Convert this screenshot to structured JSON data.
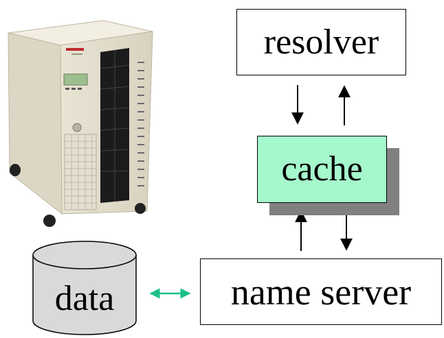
{
  "diagram": {
    "nodes": {
      "resolver": "resolver",
      "cache": "cache",
      "name_server": "name server",
      "data": "data"
    },
    "colors": {
      "cache_fill": "#a5f7cc",
      "cache_shadow": "#808080",
      "data_fill": "#d9d9d9",
      "data_arrow": "#1abf8a"
    },
    "icons": {
      "server": "server-tower-icon"
    }
  }
}
